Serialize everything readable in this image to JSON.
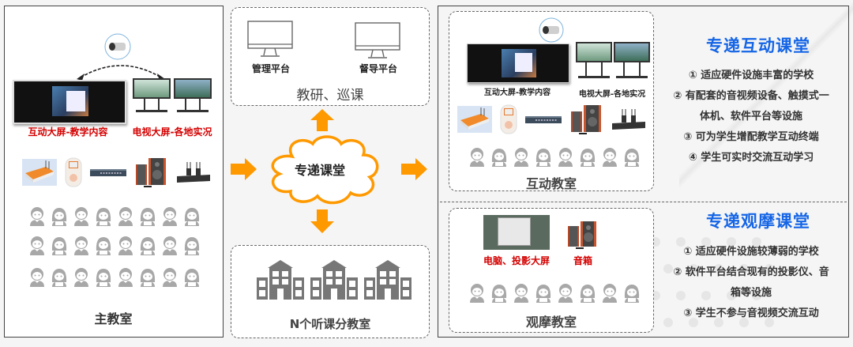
{
  "main_classroom": {
    "title": "主教室",
    "screen_interactive_label": "互动大屏-教学内容",
    "screen_tv_label": "电视大屏-各地实况",
    "devices": [
      "charging-cabinet",
      "answer-clicker",
      "network-switch",
      "speakers",
      "wireless-microphone-receiver"
    ],
    "student_rows": 3,
    "students_per_row": 8
  },
  "center": {
    "platform_box": {
      "platforms": [
        {
          "label": "管理平台",
          "icon": "monitor-icon"
        },
        {
          "label": "督导平台",
          "icon": "monitor-icon"
        }
      ],
      "title": "教研、巡课"
    },
    "cloud_label": "专递课堂",
    "branch_box": {
      "title": "N个听课分教室",
      "building_count": 3
    }
  },
  "interactive_classroom": {
    "title": "互动教室",
    "screen_interactive_label": "互动大屏-教学内容",
    "screen_tv_label": "电视大屏-各地实况",
    "student_count": 8,
    "heading": "专递互动课堂",
    "features": [
      "① 适应硬件设施丰富的学校",
      "② 有配套的音视频设备、触摸式一",
      "体机、软件平台等设施",
      "③ 可为学生增配教学互动终端",
      "④ 学生可实时交流互动学习"
    ]
  },
  "observation_classroom": {
    "title": "观摩教室",
    "projector_label": "电脑、投影大屏",
    "speaker_label": "音箱",
    "student_count": 8,
    "heading": "专递观摩课堂",
    "features": [
      "① 适应硬件设施较薄弱的学校",
      "② 软件平台结合现有的投影仪、音",
      "箱等设施",
      "③ 学生不参与音视频交流互动"
    ]
  },
  "colors": {
    "accent_orange": "#ff9900",
    "heading_blue": "#1565e6",
    "label_red": "#d40000",
    "person_gray": "#a8a8a8"
  }
}
